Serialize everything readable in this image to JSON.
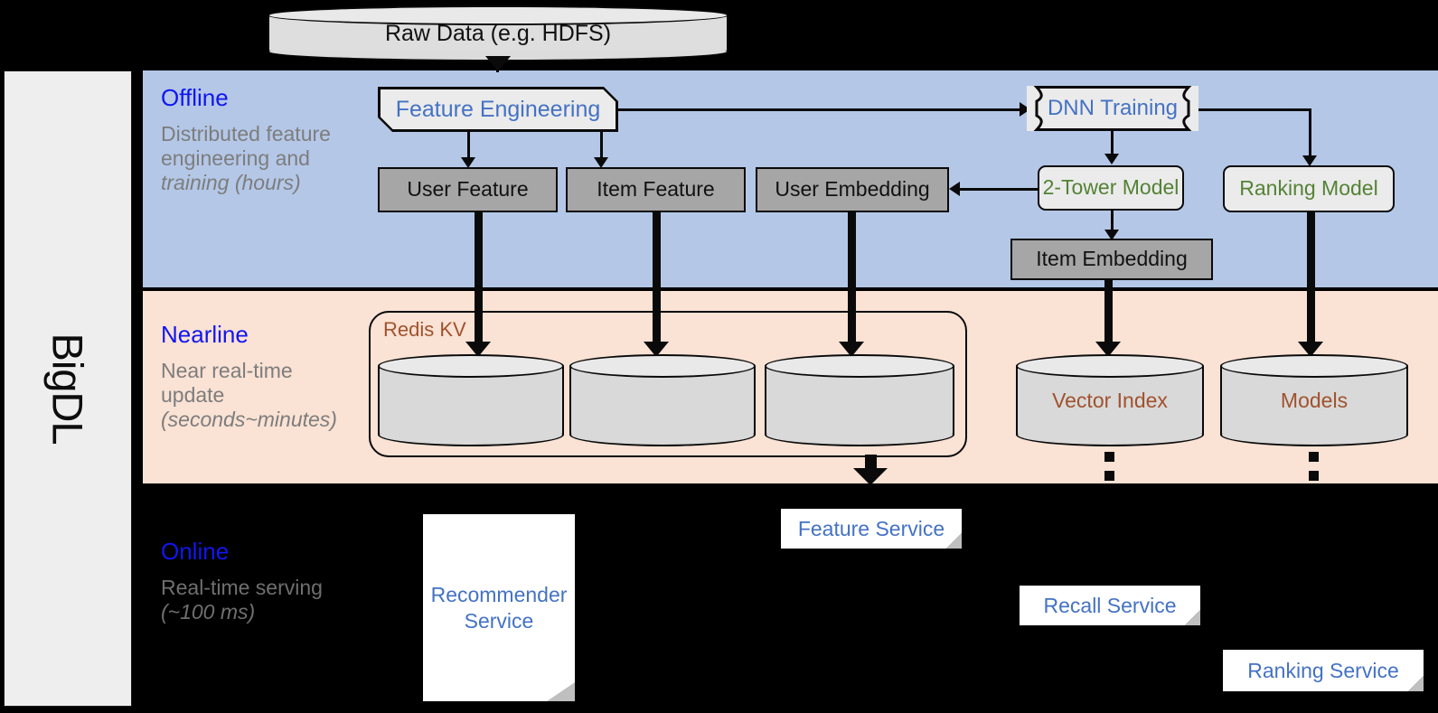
{
  "framework": {
    "name": "BigDL"
  },
  "source": {
    "label": "Raw Data (e.g. HDFS)"
  },
  "bands": {
    "offline": {
      "title": "Offline",
      "subtitle": "Distributed feature engineering and ",
      "subtitle_em": "training (hours)"
    },
    "nearline": {
      "title": "Nearline",
      "subtitle": "Near real-time update ",
      "subtitle_em": "(seconds~minutes)"
    },
    "online": {
      "title": "Online",
      "subtitle": "Real-time serving ",
      "subtitle_em": "(~100 ms)"
    }
  },
  "offline": {
    "feature_engineering": "Feature Engineering",
    "dnn_training": "DNN Training",
    "user_feature": "User Feature",
    "item_feature": "Item Feature",
    "user_embedding": "User Embedding",
    "two_tower_model": "2-Tower Model",
    "ranking_model": "Ranking Model",
    "item_embedding": "Item Embedding"
  },
  "nearline": {
    "redis_kv": "Redis KV",
    "stores": [
      "",
      "",
      ""
    ],
    "vector_index": "Vector Index",
    "models": "Models"
  },
  "online": {
    "recommender_service": "Recommender Service",
    "feature_service": "Feature Service",
    "recall_service": "Recall Service",
    "ranking_service": "Ranking Service"
  },
  "colors": {
    "offline_band": "#b4c7e7",
    "nearline_band": "#fae2d4",
    "online_band": "#000000",
    "band_title": "#1016f0",
    "blue_text": "#4472c4",
    "green_text": "#548235",
    "brown_text": "#a0522d",
    "gray_box": "#a6a6a6",
    "soft_box": "#ebebeb"
  }
}
